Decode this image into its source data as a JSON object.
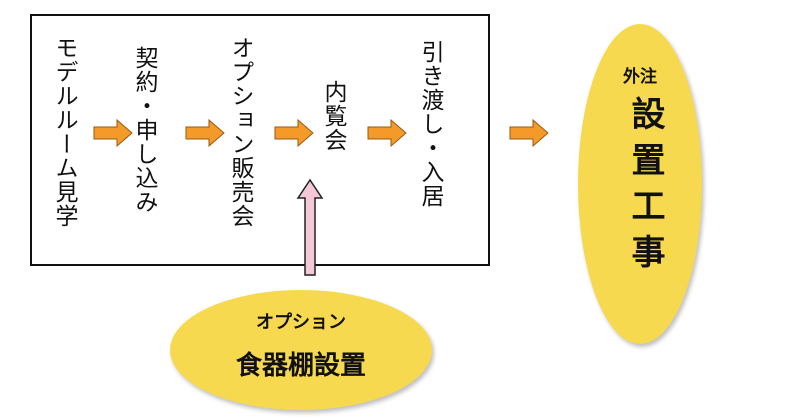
{
  "flow": {
    "steps": [
      {
        "label": "モデルルーム見学"
      },
      {
        "label": "契約・申し込み"
      },
      {
        "label": "オプション販売会"
      },
      {
        "label": "内覧会"
      },
      {
        "label": "引き渡し・入居"
      }
    ]
  },
  "external": {
    "heading": "外注",
    "title": "設置工事"
  },
  "option": {
    "heading": "オプション",
    "title": "食器棚設置"
  },
  "colors": {
    "arrow_fill": "#f39a28",
    "arrow_stroke": "#9a5a10",
    "oval_fill": "#f7d950",
    "up_arrow_fill": "#f5c8d8"
  }
}
